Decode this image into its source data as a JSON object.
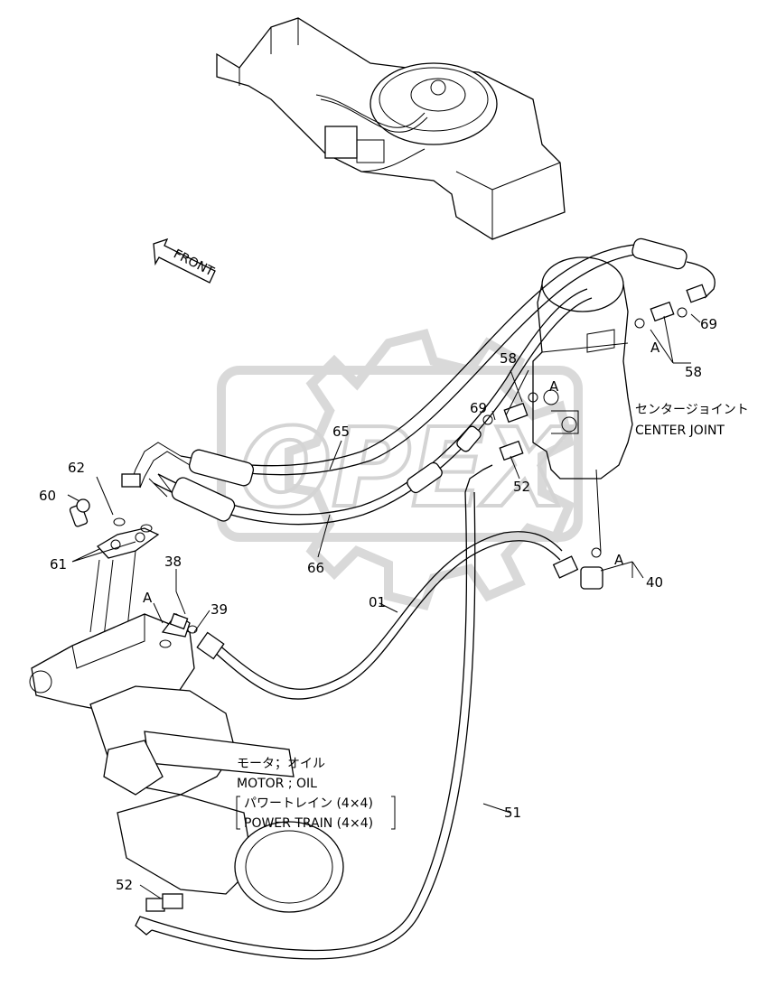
{
  "watermark": {
    "text": "OPEX"
  },
  "front_arrow": {
    "label": "FRONT"
  },
  "labels": {
    "p01": "01",
    "p38": "38",
    "p39": "39",
    "p40": "40",
    "p51": "51",
    "p52a": "52",
    "p52b": "52",
    "p58a": "58",
    "p58b": "58",
    "p60": "60",
    "p61": "61",
    "p62": "62",
    "p65": "65",
    "p66": "66",
    "p69a": "69",
    "p69b": "69",
    "a1": "A",
    "a2": "A",
    "a3": "A",
    "a4": "A"
  },
  "center_joint": {
    "jp": "センタージョイント",
    "en": "CENTER JOINT"
  },
  "motor": {
    "jp": "モータ；オイル",
    "en": "MOTOR ; OIL",
    "power_jp": "パワートレイン (4×4)",
    "power_en": "POWER TRAIN (4×4)"
  }
}
